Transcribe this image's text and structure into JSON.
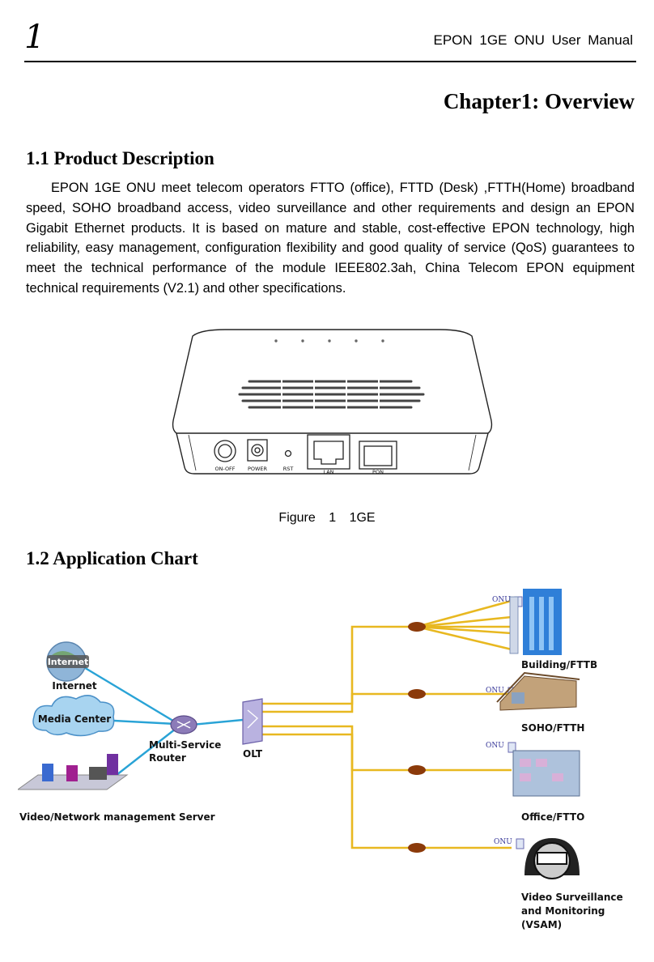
{
  "header": {
    "page_number": "1",
    "manual_title": "EPON 1GE ONU User Manual"
  },
  "chapter_title": "Chapter1: Overview",
  "section1": {
    "heading": "1.1 Product Description",
    "paragraph": "EPON 1GE ONU meet telecom operators FTTO (office), FTTD (Desk) ,FTTH(Home) broadband speed, SOHO broadband access, video surveillance and other requirements and design an EPON Gigabit Ethernet products. It is based on mature and stable, cost-effective EPON technology, high reliability, easy management, configuration flexibility and good quality of service (QoS) guarantees to meet the technical performance of the module IEEE802.3ah, China Telecom EPON equipment technical requirements (V2.1) and other specifications."
  },
  "figure1": {
    "port_labels": [
      "ON-OFF",
      "POWER",
      "RST",
      "LAN",
      "PON"
    ],
    "caption": "Figure 1 1GE"
  },
  "section2": {
    "heading": "1.2 Application Chart"
  },
  "app_chart": {
    "internet_badge": "Internet",
    "internet_label": "Internet",
    "media_center": "Media Center",
    "router_line1": "Multi-Service",
    "router_line2": "Router",
    "olt": "OLT",
    "server": "Video/Network management Server",
    "onu": "ONU",
    "building": "Building/FTTB",
    "soho": "SOHO/FTTH",
    "office": "Office/FTTO",
    "vsam_line1": "Video Surveillance",
    "vsam_line2": "and Monitoring",
    "vsam_line3": "(VSAM)",
    "colors": {
      "fiber": "#e8b820",
      "ethernet": "#29a3d6",
      "building": "#2f7fd8"
    }
  }
}
